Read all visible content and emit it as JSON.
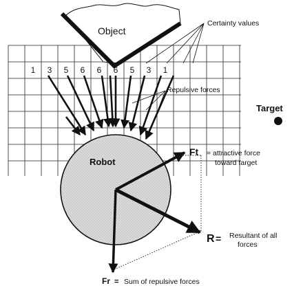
{
  "diagram": {
    "object_label": "Object",
    "robot_label": "Robot",
    "target_label": "Target",
    "certainty_label": "Certainty values",
    "repulsive_label": "Repulsive forces",
    "ft_symbol": "Ft",
    "ft_desc_line1": "= attractive force",
    "ft_desc_line2": "toward target",
    "r_symbol": "R",
    "r_desc_line1": "Resultant of all",
    "r_desc_line2": "forces",
    "fr_symbol": "Fr",
    "fr_desc": "Sum of repulsive forces",
    "certainty_values": [
      "1",
      "3",
      "5",
      "6",
      "6",
      "6",
      "5",
      "3",
      "1"
    ]
  },
  "colors": {
    "robot_fill": "#d8d8d8",
    "ink": "#111111"
  }
}
